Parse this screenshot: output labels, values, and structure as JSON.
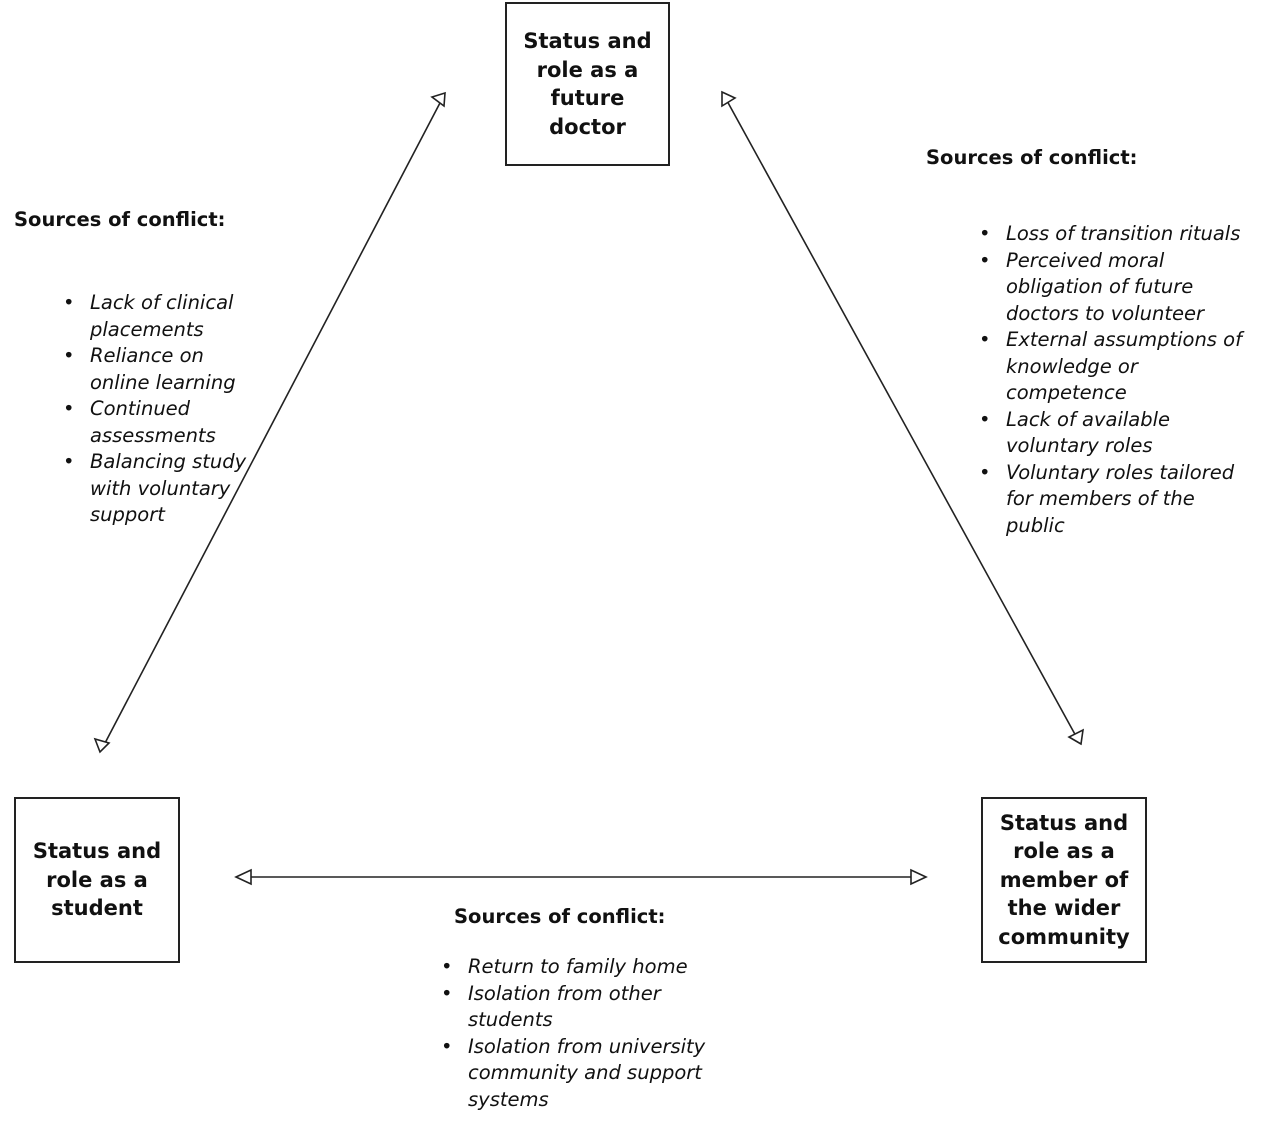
{
  "nodes": {
    "future_doctor": "Status and role as a future doctor",
    "student": "Status and role as a student",
    "community": "Status and role as a member of the wider community"
  },
  "conflicts": {
    "left": {
      "heading": "Sources of conflict:",
      "items": [
        "Lack of clinical placements",
        "Reliance on online learning",
        "Continued assessments",
        "Balancing study with voluntary support"
      ]
    },
    "right": {
      "heading": "Sources of conflict:",
      "items": [
        "Loss of transition rituals",
        "Perceived moral obligation of future doctors to volunteer",
        "External assumptions of knowledge or competence",
        "Lack of available voluntary roles",
        "Voluntary roles tailored for members of the public"
      ]
    },
    "bottom": {
      "heading": "Sources of conflict:",
      "items": [
        "Return to family home",
        "Isolation from other students",
        "Isolation from university community and support systems"
      ]
    }
  },
  "colors": {
    "line": "#222222",
    "text": "#111111",
    "background": "#ffffff"
  }
}
